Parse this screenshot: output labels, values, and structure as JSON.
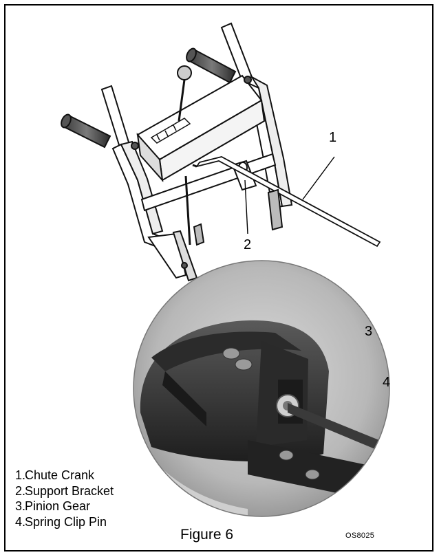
{
  "figure": {
    "callouts": [
      "1",
      "2",
      "3",
      "4"
    ],
    "legend": [
      {
        "num": "1.",
        "label": "Chute Crank"
      },
      {
        "num": "2.",
        "label": "Support Bracket"
      },
      {
        "num": "3.",
        "label": "Pinion Gear"
      },
      {
        "num": "4.",
        "label": "Spring Clip Pin"
      }
    ],
    "label": "Figure 6",
    "code": "OS8025"
  }
}
